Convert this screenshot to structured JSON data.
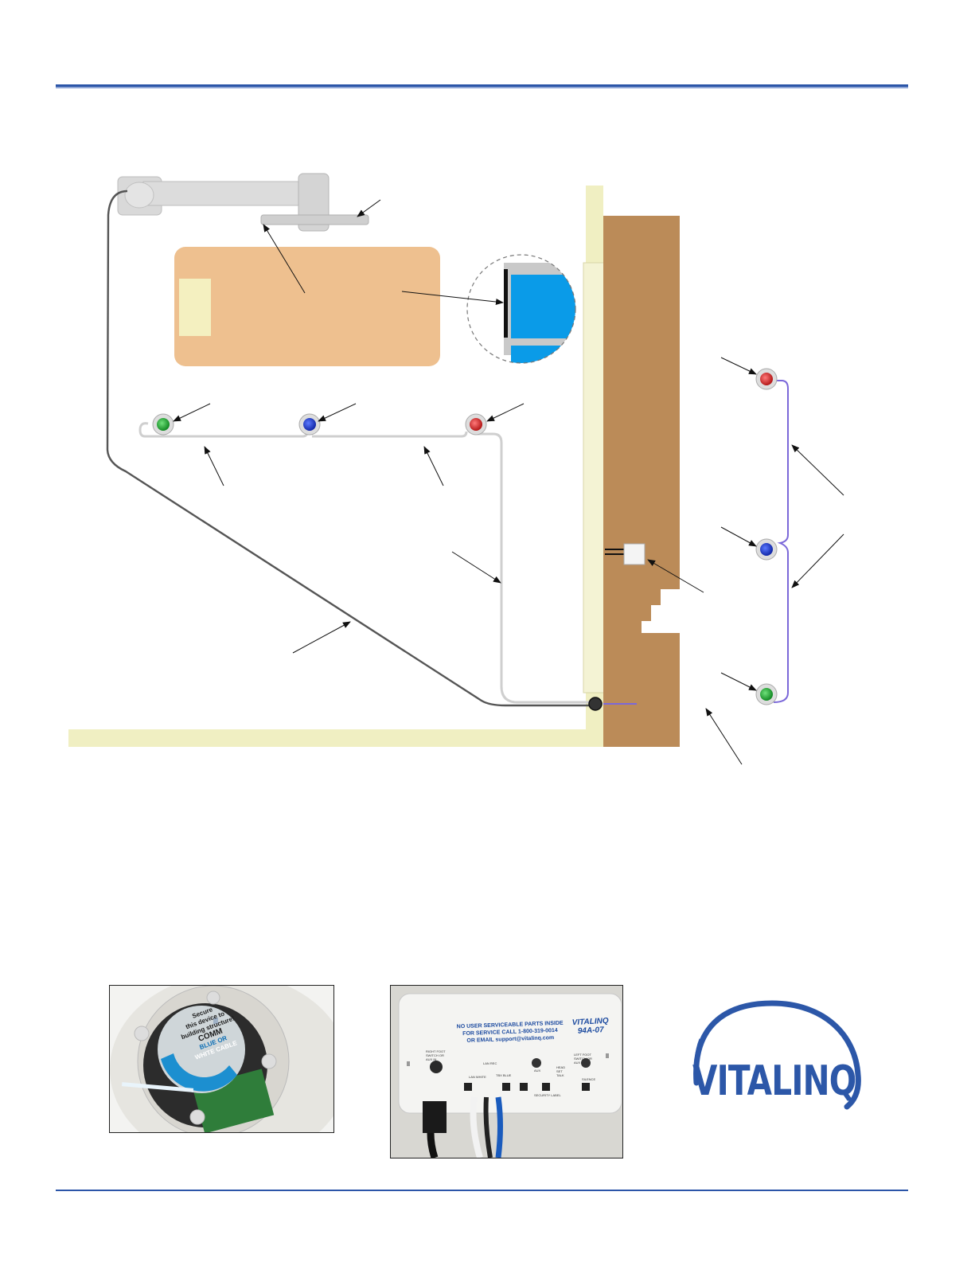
{
  "brand": {
    "name": "VITALINQ",
    "color": "#2c57a8"
  },
  "colors": {
    "rule": "#2b55a8",
    "wall": "#f0efc2",
    "cabinet": "#bb8b58",
    "bed": "#eec08f",
    "cable_gray": "#d0d0d0",
    "cable_dark": "#555555",
    "cable_purple": "#7b68d9",
    "button_green": "#22aa33",
    "button_blue": "#1f3fd6",
    "button_red": "#d92d2d",
    "detail_blue": "#0a9be8"
  },
  "diagram": {
    "icons": [
      "ceiling-arm",
      "bed",
      "zoom-detail",
      "call-button-green",
      "call-button-blue",
      "call-button-red",
      "wall-connector",
      "junction-box"
    ]
  },
  "photo_left": {
    "sticker_lines": [
      "Secure",
      "this device to",
      "building structure!",
      "COMM",
      "BLUE OR",
      "WHITE CABLE"
    ]
  },
  "photo_right": {
    "panel_warning_lines": [
      "NO USER SERVICEABLE PARTS INSIDE",
      "FOR SERVICE CALL 1-800-319-0014",
      "OR EMAIL support@vitalinq.com"
    ],
    "brand": "VITALINQ",
    "model": "94A-07",
    "port_labels": [
      "RIGHT FOOT SWITCH OR AUX IN",
      "LAN REC",
      "TBX BLUE",
      "LAN WHITE",
      "AUX",
      "HEAD SET TALK",
      "LEFT FOOT SWITCH OR AUX IN",
      "SILENCE",
      "SECURITY LABEL"
    ]
  }
}
